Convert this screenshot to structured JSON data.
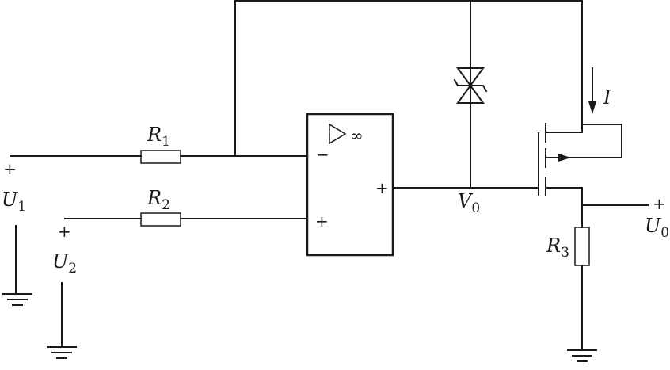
{
  "labels": {
    "r1": "R",
    "r1_sub": "1",
    "r2": "R",
    "r2_sub": "2",
    "r3": "R",
    "r3_sub": "3",
    "u1": "U",
    "u1_sub": "1",
    "u2": "U",
    "u2_sub": "2",
    "u0": "U",
    "u0_sub": "0",
    "v0": "V",
    "v0_sub": "0",
    "current": "I",
    "opamp_gain": "∞",
    "opamp_inverting": "−",
    "opamp_noninverting": "+",
    "opamp_output": "+",
    "u1_polarity": "+",
    "u2_polarity": "+",
    "u0_polarity": "+"
  }
}
